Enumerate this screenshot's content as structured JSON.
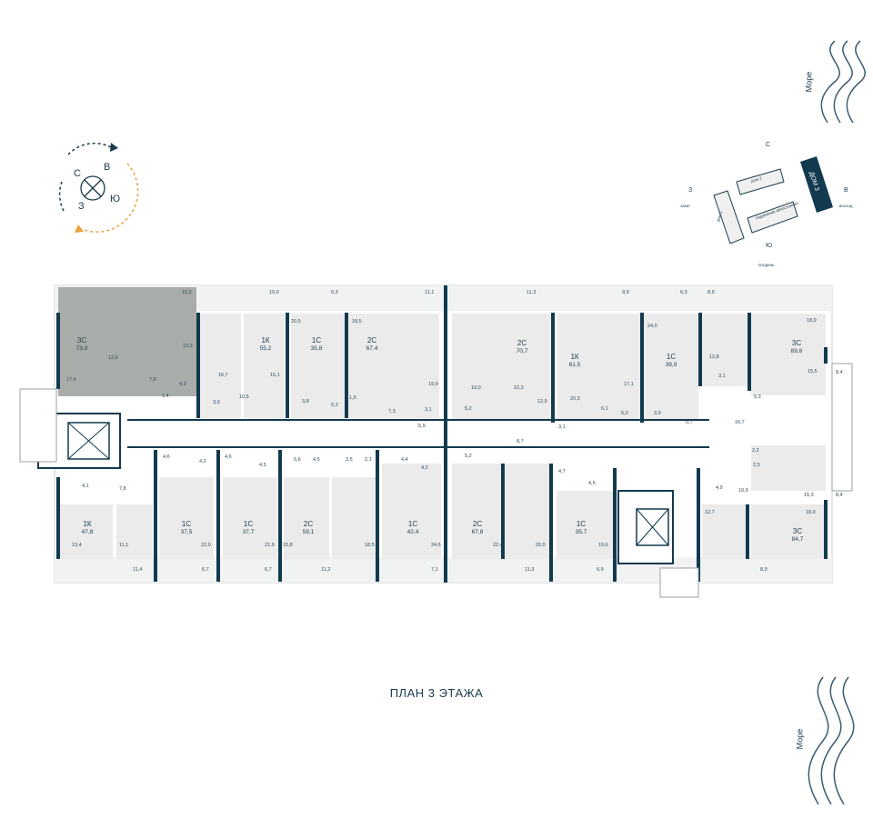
{
  "title": "ПЛАН 3 ЭТАЖА",
  "sea_label": "Море",
  "compass": {
    "north": "С",
    "east": "В",
    "south": "Ю",
    "west": "З"
  },
  "site": {
    "north": "С",
    "east": "В",
    "south": "Ю",
    "west": "З",
    "house1": "дом 1",
    "house2": "дом 2",
    "house3": "ДОМ 3",
    "parking": "подземная автостоянка",
    "sunrise": "восход",
    "sunset": "закат",
    "noon": "полдень"
  },
  "colors": {
    "wall": "#123a4e",
    "room": "#eaeaeb",
    "selected": "#a9adaa",
    "accent": "#e8a23c",
    "sea": "#3a5a6e"
  },
  "apartments": [
    {
      "type": "3С",
      "area": "73,0"
    },
    {
      "type": "1К",
      "area": "55,2"
    },
    {
      "type": "1С",
      "area": "35,8"
    },
    {
      "type": "2С",
      "area": "67,4"
    },
    {
      "type": "2С",
      "area": "70,7"
    },
    {
      "type": "1К",
      "area": "61,5"
    },
    {
      "type": "1С",
      "area": "39,9"
    },
    {
      "type": "3С",
      "area": "89,6"
    },
    {
      "type": "1К",
      "area": "47,8"
    },
    {
      "type": "1С",
      "area": "37,5"
    },
    {
      "type": "1С",
      "area": "37,7"
    },
    {
      "type": "2С",
      "area": "59,1"
    },
    {
      "type": "1С",
      "area": "42,4"
    },
    {
      "type": "2С",
      "area": "67,8"
    },
    {
      "type": "1С",
      "area": "35,7"
    },
    {
      "type": "3С",
      "area": "84,7"
    }
  ],
  "rooms": [
    "16,2",
    "10,0",
    "6,3",
    "11,1",
    "11,3",
    "9,9",
    "6,3",
    "8,9",
    "12,6",
    "13,3",
    "17,4",
    "7,8",
    "4,3",
    "1,4",
    "15,7",
    "15,1",
    "3,9",
    "10,5",
    "20,5",
    "3,8",
    "5,2",
    "18,5",
    "1,6",
    "7,3",
    "19,9",
    "5,9",
    "3,1",
    "19,0",
    "22,3",
    "5,2",
    "12,9",
    "20,3",
    "17,1",
    "6,1",
    "5,0",
    "3,1",
    "24,0",
    "3,9",
    "5,7",
    "12,8",
    "3,1",
    "16,7",
    "5,3",
    "18,9",
    "15,5",
    "8,4",
    "2,2",
    "2,5",
    "15,3",
    "8,7",
    "5,2",
    "4,7",
    "4,6",
    "4,2",
    "4,6",
    "4,5",
    "5,6",
    "4,5",
    "3,5",
    "2,1",
    "4,4",
    "4,2",
    "4,1",
    "7,8",
    "13,4",
    "11,1",
    "11,4",
    "22,0",
    "6,7",
    "21,9",
    "6,7",
    "15,8",
    "11,2",
    "18,5",
    "24,6",
    "7,1",
    "22,4",
    "20,0",
    "11,3",
    "4,5",
    "19,6",
    "6,9",
    "4,9",
    "10,9",
    "12,7",
    "18,9",
    "8,4",
    "8,9"
  ]
}
